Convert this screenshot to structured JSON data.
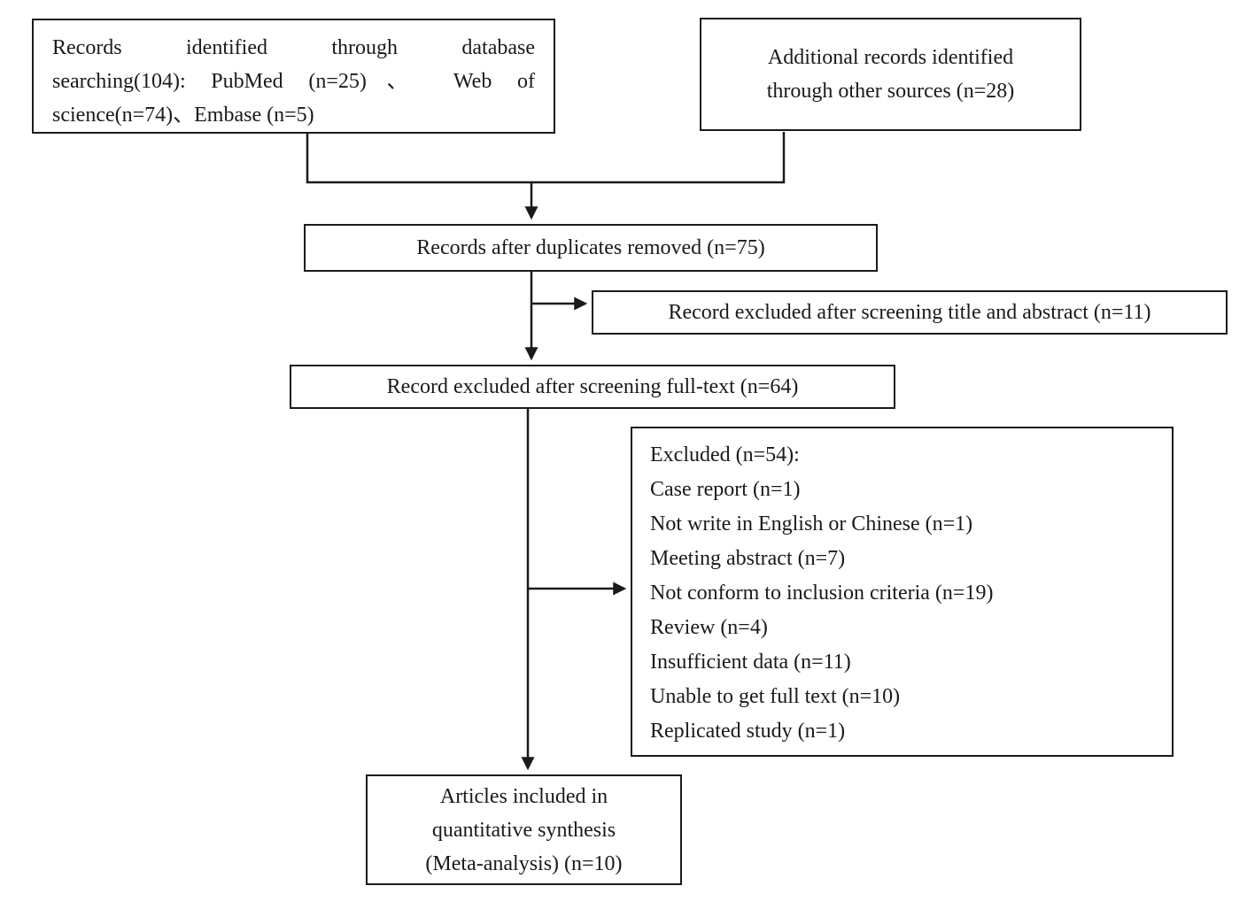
{
  "boxes": {
    "identified": {
      "lines": [
        "Records identified through database",
        "searching(104): PubMed (n=25)、 Web of",
        "science(n=74)、Embase (n=5)"
      ]
    },
    "additional": {
      "lines": [
        "Additional records identified",
        "through other sources (n=28)"
      ]
    },
    "duplicates_removed": {
      "text": "Records after duplicates removed (n=75)"
    },
    "excluded_title_abstract": {
      "text": "Record excluded after screening title and abstract (n=11)"
    },
    "excluded_full_text": {
      "text": "Record excluded after screening full-text (n=64)"
    },
    "excluded_details": {
      "lines": [
        "Excluded (n=54):",
        "Case report (n=1)",
        "Not write in English or Chinese (n=1)",
        "Meeting abstract (n=7)",
        "Not conform to inclusion criteria (n=19)",
        "Review (n=4)",
        "Insufficient data (n=11)",
        "Unable to get full text (n=10)",
        "Replicated study (n=1)"
      ]
    },
    "included": {
      "lines": [
        "Articles included in",
        "quantitative synthesis",
        "(Meta-analysis) (n=10)"
      ]
    }
  },
  "colors": {
    "border": "#1a1a1a",
    "text": "#1a1a1a",
    "line": "#1a1a1a",
    "background": "#ffffff"
  }
}
